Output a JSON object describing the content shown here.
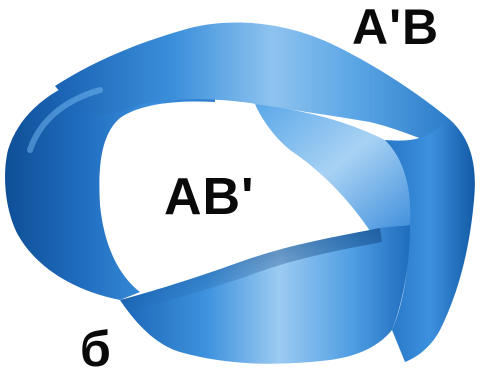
{
  "diagram": {
    "labels": {
      "outer_side": "A'B",
      "inner_side": "AB'",
      "figure_letter": "б"
    },
    "colors": {
      "band_dark": "#0e4f96",
      "band_mid": "#2f86d6",
      "band_light": "#9ccbf2",
      "label_text": "#0a0a0a",
      "background": "#ffffff"
    }
  }
}
